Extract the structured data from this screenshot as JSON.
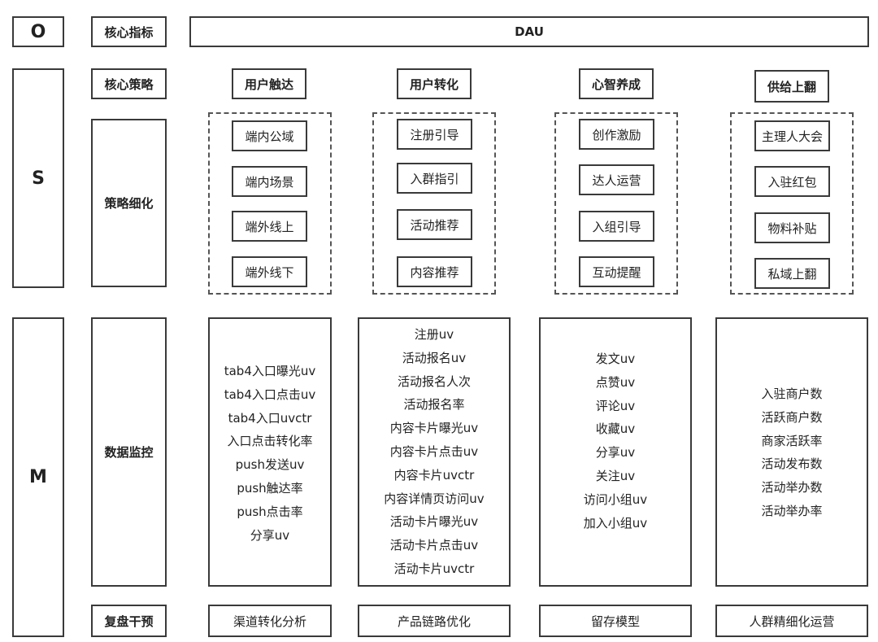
{
  "layers": {
    "o": "O",
    "s": "S",
    "m": "M"
  },
  "row_labels": {
    "core_metric": "核心指标",
    "core_strategy": "核心策略",
    "strategy_detail": "策略细化",
    "data_monitor": "数据监控",
    "review": "复盘干预"
  },
  "dau": "DAU",
  "columns": [
    {
      "title": "用户触达",
      "items": [
        "端内公域",
        "端内场景",
        "端外线上",
        "端外线下"
      ],
      "metrics": [
        "tab4入口曝光uv",
        "tab4入口点击uv",
        "tab4入口uvctr",
        "入口点击转化率",
        "push发送uv",
        "push触达率",
        "push点击率",
        "分享uv"
      ],
      "review": "渠道转化分析"
    },
    {
      "title": "用户转化",
      "items": [
        "注册引导",
        "入群指引",
        "活动推荐",
        "内容推荐"
      ],
      "metrics": [
        "注册uv",
        "活动报名uv",
        "活动报名人次",
        "活动报名率",
        "内容卡片曝光uv",
        "内容卡片点击uv",
        "内容卡片uvctr",
        "内容详情页访问uv",
        "活动卡片曝光uv",
        "活动卡片点击uv",
        "活动卡片uvctr"
      ],
      "review": "产品链路优化"
    },
    {
      "title": "心智养成",
      "items": [
        "创作激励",
        "达人运营",
        "入组引导",
        "互动提醒"
      ],
      "metrics": [
        "发文uv",
        "点赞uv",
        "评论uv",
        "收藏uv",
        "分享uv",
        "关注uv",
        "访问小组uv",
        "加入小组uv"
      ],
      "review": "留存模型"
    },
    {
      "title": "供给上翻",
      "items": [
        "主理人大会",
        "入驻红包",
        "物料补贴",
        "私域上翻"
      ],
      "metrics": [
        "入驻商户数",
        "活跃商户数",
        "商家活跃率",
        "活动发布数",
        "活动举办数",
        "活动举办率"
      ],
      "review": "人群精细化运营"
    }
  ]
}
